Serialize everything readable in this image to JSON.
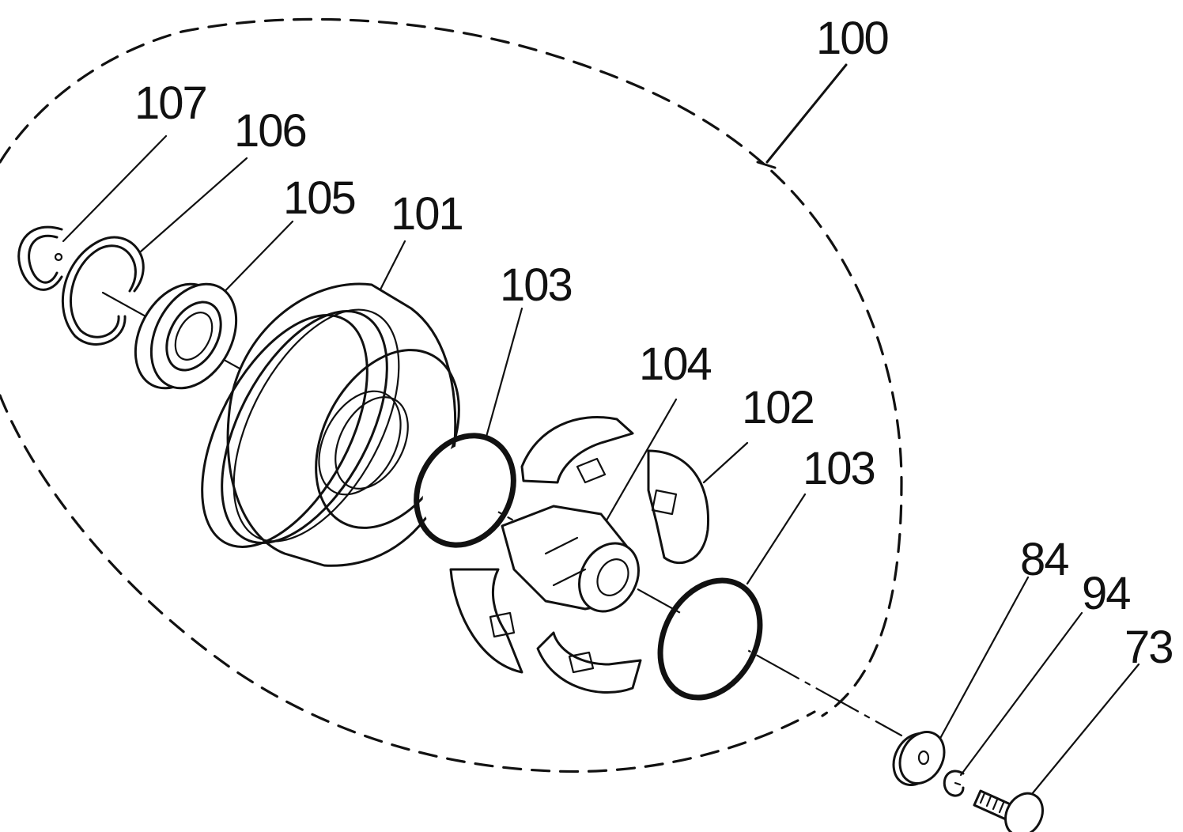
{
  "labels": {
    "l100": "100",
    "l107": "107",
    "l106": "106",
    "l105": "105",
    "l101": "101",
    "l103a": "103",
    "l104": "104",
    "l102": "102",
    "l103b": "103",
    "l84": "84",
    "l94": "94",
    "l73": "73"
  },
  "colors": {
    "ink": "#111111",
    "background": "#ffffff"
  }
}
